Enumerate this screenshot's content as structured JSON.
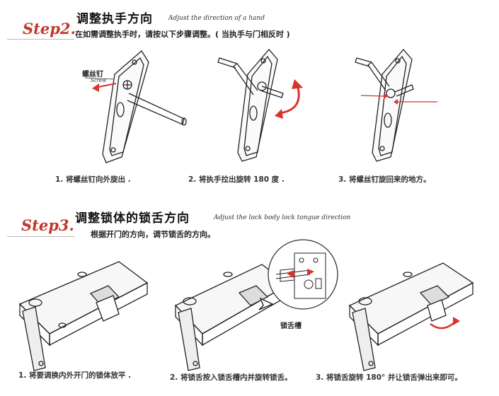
{
  "step2": {
    "label": "Step2.",
    "title": "调整执手方向",
    "subtitle": "Adjust the direction of a hand",
    "description": "在如需调整执手时，请按以下步骤调整。( 当执手与门相反时 )",
    "screw_label_cn": "螺丝钉",
    "screw_label_en": "Screw",
    "captions": [
      "1. 将螺丝钉向外旋出 .",
      "2. 将执手拉出旋转 180 度 .",
      "3. 将螺丝钉旋回来的地方。"
    ]
  },
  "step3": {
    "label": "Step3.",
    "title": "调整锁体的锁舌方向",
    "subtitle": "Adjust the lock body lock tongue direction",
    "description": "根据开门的方向，调节锁舌的方向。",
    "tongue_slot_label": "锁舌槽",
    "captions": [
      "1. 将要调换内外开门的锁体放平 .",
      "2. 将锁舌按入锁舌槽内并旋转锁舌。",
      "3. 将锁舌旋转 180°  并让锁舌弹出来即可。"
    ]
  },
  "colors": {
    "accent": "#c0392b",
    "arrow": "#d9342b"
  }
}
